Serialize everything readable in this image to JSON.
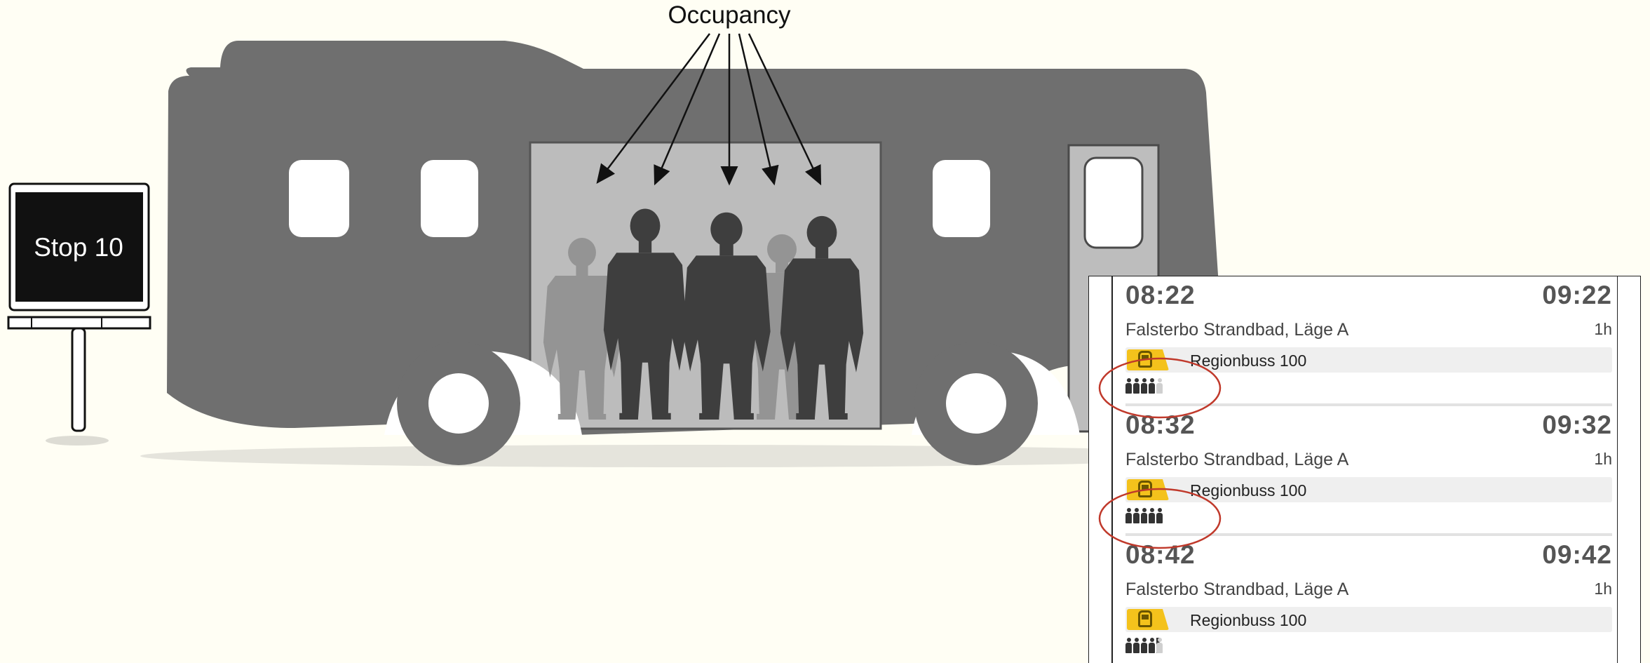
{
  "diagram": {
    "occupancy_label": "Occupancy",
    "stop_sign_label": "Stop 10",
    "colors": {
      "background": "#fffef4",
      "bus_body": "#6f6f6f",
      "door_panel": "#bdbdbd",
      "highlight_circle": "#c0392b",
      "route_badge": "#f4c21c"
    }
  },
  "departures": [
    {
      "departure_time": "08:22",
      "arrival_time": "09:22",
      "stop": "Falsterbo Strandbad, Läge A",
      "duration": "1h",
      "route_icon": "bus-icon",
      "route": "Regionbuss 100",
      "occupancy_icon": "occupancy-people-icon",
      "occupancy_level": 4,
      "occupancy_max": 5,
      "highlighted": true
    },
    {
      "departure_time": "08:32",
      "arrival_time": "09:32",
      "stop": "Falsterbo Strandbad, Läge A",
      "duration": "1h",
      "route_icon": "bus-icon",
      "route": "Regionbuss 100",
      "occupancy_icon": "occupancy-people-icon",
      "occupancy_level": 5,
      "occupancy_max": 5,
      "highlighted": true
    },
    {
      "departure_time": "08:42",
      "arrival_time": "09:42",
      "stop": "Falsterbo Strandbad, Läge A",
      "duration": "1h",
      "route_icon": "bus-icon",
      "route": "Regionbuss 100",
      "occupancy_icon": "occupancy-people-icon",
      "occupancy_level": 4.5,
      "occupancy_max": 5,
      "highlighted": false
    }
  ]
}
